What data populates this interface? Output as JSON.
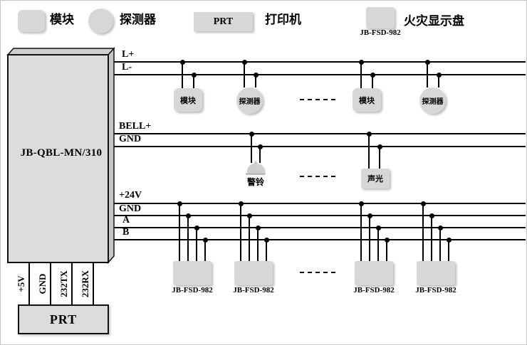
{
  "legend": {
    "module_label": "模块",
    "detector_label": "探测器",
    "printer_box": "PRT",
    "printer_label": "打印机",
    "display_box": "JB-FSD-982",
    "display_label": "火灾显示盘"
  },
  "panel": {
    "title": "JB-QBL-MN/310"
  },
  "loop_bus": {
    "labels": [
      "L+",
      "L-"
    ],
    "devices": [
      "模块",
      "探测器",
      "模块",
      "探测器"
    ]
  },
  "bell_bus": {
    "labels": [
      "BELL+",
      "GND"
    ],
    "devices": [
      "警铃",
      "声光"
    ]
  },
  "display_bus": {
    "labels": [
      "+24V",
      "GND",
      "A",
      "B"
    ],
    "devices": [
      "JB-FSD-982",
      "JB-FSD-982",
      "JB-FSD-982",
      "JB-FSD-982"
    ]
  },
  "printer": {
    "pins": [
      "+5V",
      "GND",
      "232TX",
      "232RX"
    ],
    "label": "PRT"
  },
  "colors": {
    "shape_fill": "#d7d7d7",
    "line": "#000000"
  }
}
